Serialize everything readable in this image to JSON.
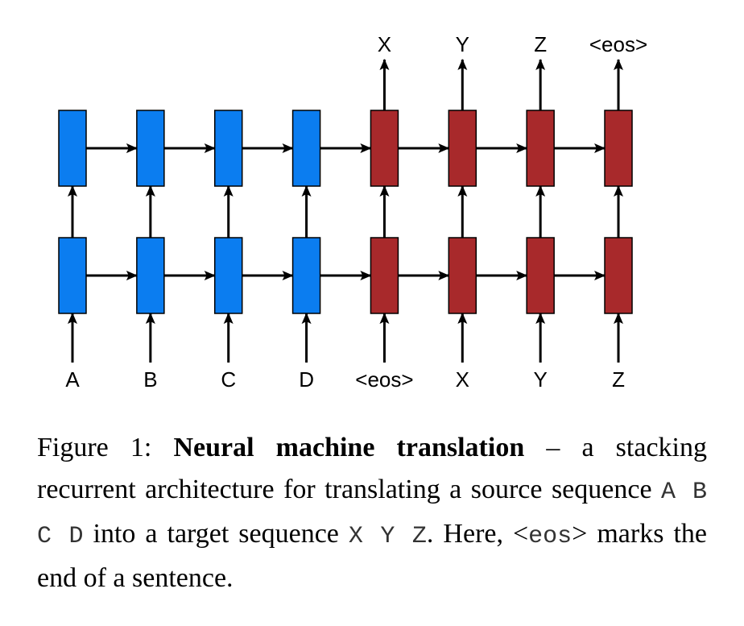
{
  "diagram": {
    "colors": {
      "encoder": "#0b7df0",
      "decoder": "#a8292b",
      "stroke": "#000000"
    },
    "outputs": [
      "X",
      "Y",
      "Z",
      "<eos>"
    ],
    "inputs": [
      "A",
      "B",
      "C",
      "D",
      "<eos>",
      "X",
      "Y",
      "Z"
    ],
    "encoder_steps": 4,
    "decoder_steps": 4,
    "layers": 2
  },
  "caption": {
    "prefix": "Figure 1: ",
    "title": "Neural machine translation",
    "text1": " – a stacking recurrent architecture for translating a source sequence ",
    "source_seq": "A B C D",
    "text2": " into a target sequence ",
    "target_seq": "X Y Z",
    "text3": ". Here, <",
    "eos_token": "eos",
    "text4": "> marks the end of a sentence."
  }
}
